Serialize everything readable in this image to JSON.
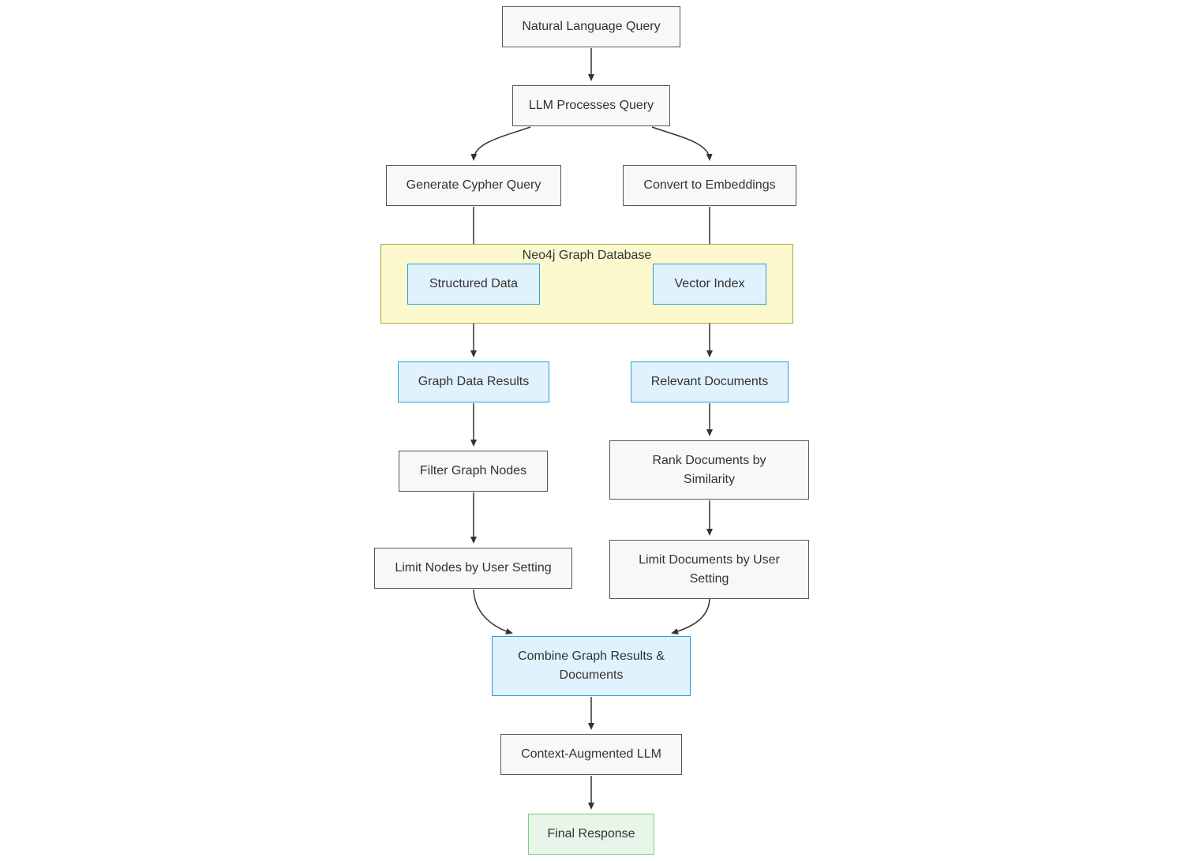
{
  "cluster": {
    "label": "Neo4j Graph Database"
  },
  "nodes": {
    "natural_language_query": {
      "label": "Natural Language Query"
    },
    "llm_processes_query": {
      "label": "LLM Processes Query"
    },
    "generate_cypher_query": {
      "label": "Generate Cypher Query"
    },
    "convert_to_embeddings": {
      "label": "Convert to Embeddings"
    },
    "structured_data": {
      "label": "Structured Data"
    },
    "vector_index": {
      "label": "Vector Index"
    },
    "graph_data_results": {
      "label": "Graph Data Results"
    },
    "relevant_documents": {
      "label": "Relevant Documents"
    },
    "filter_graph_nodes": {
      "label": "Filter Graph Nodes"
    },
    "rank_documents_by_similarity": {
      "label": "Rank Documents by\nSimilarity"
    },
    "limit_nodes_by_user_setting": {
      "label": "Limit Nodes by User Setting"
    },
    "limit_documents_by_user_setting": {
      "label": "Limit Documents by User\nSetting"
    },
    "combine_graph_results_documents": {
      "label": "Combine Graph Results &\nDocuments"
    },
    "context_augmented_llm": {
      "label": "Context-Augmented LLM"
    },
    "final_response": {
      "label": "Final Response"
    }
  },
  "edges": [
    {
      "from": "natural_language_query",
      "to": "llm_processes_query"
    },
    {
      "from": "llm_processes_query",
      "to": "generate_cypher_query"
    },
    {
      "from": "llm_processes_query",
      "to": "convert_to_embeddings"
    },
    {
      "from": "generate_cypher_query",
      "to": "structured_data"
    },
    {
      "from": "convert_to_embeddings",
      "to": "vector_index"
    },
    {
      "from": "structured_data",
      "to": "graph_data_results"
    },
    {
      "from": "vector_index",
      "to": "relevant_documents"
    },
    {
      "from": "graph_data_results",
      "to": "filter_graph_nodes"
    },
    {
      "from": "relevant_documents",
      "to": "rank_documents_by_similarity"
    },
    {
      "from": "filter_graph_nodes",
      "to": "limit_nodes_by_user_setting"
    },
    {
      "from": "rank_documents_by_similarity",
      "to": "limit_documents_by_user_setting"
    },
    {
      "from": "limit_nodes_by_user_setting",
      "to": "combine_graph_results_documents"
    },
    {
      "from": "limit_documents_by_user_setting",
      "to": "combine_graph_results_documents"
    },
    {
      "from": "combine_graph_results_documents",
      "to": "context_augmented_llm"
    },
    {
      "from": "context_augmented_llm",
      "to": "final_response"
    }
  ],
  "colors": {
    "node_fill": "#f8f8f8",
    "node_border": "#555555",
    "highlight_fill": "#e0f2fb",
    "highlight_border": "#2a9fd8",
    "cluster_fill": "#fbf8cd",
    "cluster_border": "#a8a648",
    "final_fill": "#e8f5e9",
    "final_border": "#81c784",
    "edge": "#333333",
    "text": "#333333"
  }
}
